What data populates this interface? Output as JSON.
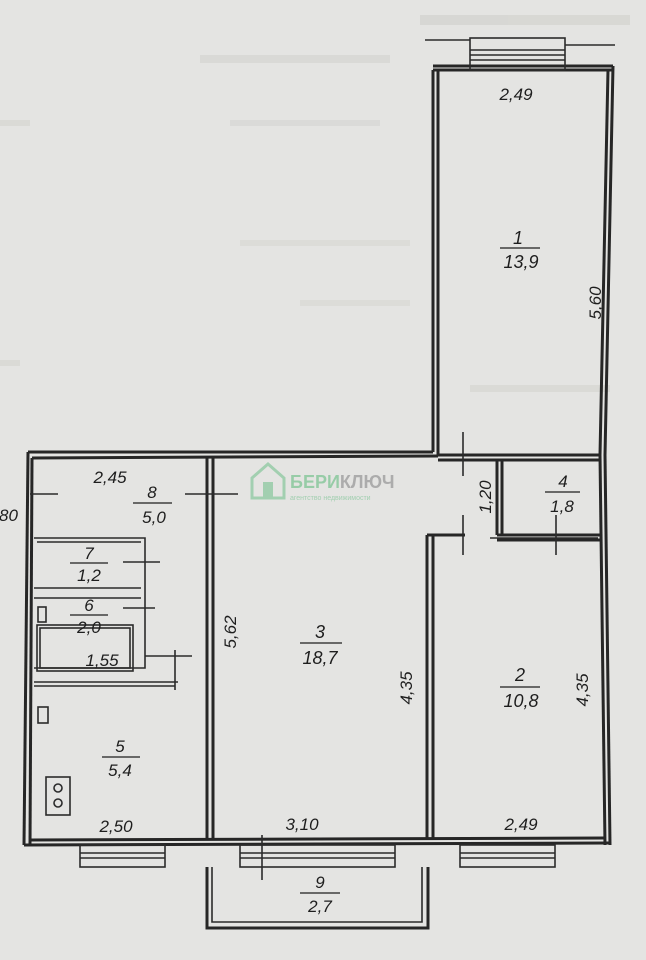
{
  "rooms": [
    {
      "id": "room-1",
      "number": "1",
      "area": "13,9"
    },
    {
      "id": "room-2",
      "number": "2",
      "area": "10,8"
    },
    {
      "id": "room-3",
      "number": "3",
      "area": "18,7"
    },
    {
      "id": "room-4",
      "number": "4",
      "area": "1,8"
    },
    {
      "id": "room-5",
      "number": "5",
      "area": "5,4"
    },
    {
      "id": "room-6",
      "number": "6",
      "area": "2,0"
    },
    {
      "id": "room-7",
      "number": "7",
      "area": "1,2"
    },
    {
      "id": "room-8",
      "number": "8",
      "area": "5,0"
    },
    {
      "id": "room-9",
      "number": "9",
      "area": "2,7"
    }
  ],
  "dimensions": {
    "room1_width": "2,49",
    "room1_length": "5,60",
    "hall_width": "2,45",
    "corridor_width": "1,20",
    "room3_length": "5,62",
    "room3_width": "3,10",
    "room2_height_inner": "4,35",
    "room2_height_outer": "4,35",
    "room2_width": "2,49",
    "kitchen_width": "2,50",
    "bath_length": "1,55",
    "left_cut": "80"
  },
  "watermark": {
    "brand_a": "БЕРИ",
    "brand_b": "КЛЮЧ",
    "tagline": "агентство недвижимости"
  }
}
